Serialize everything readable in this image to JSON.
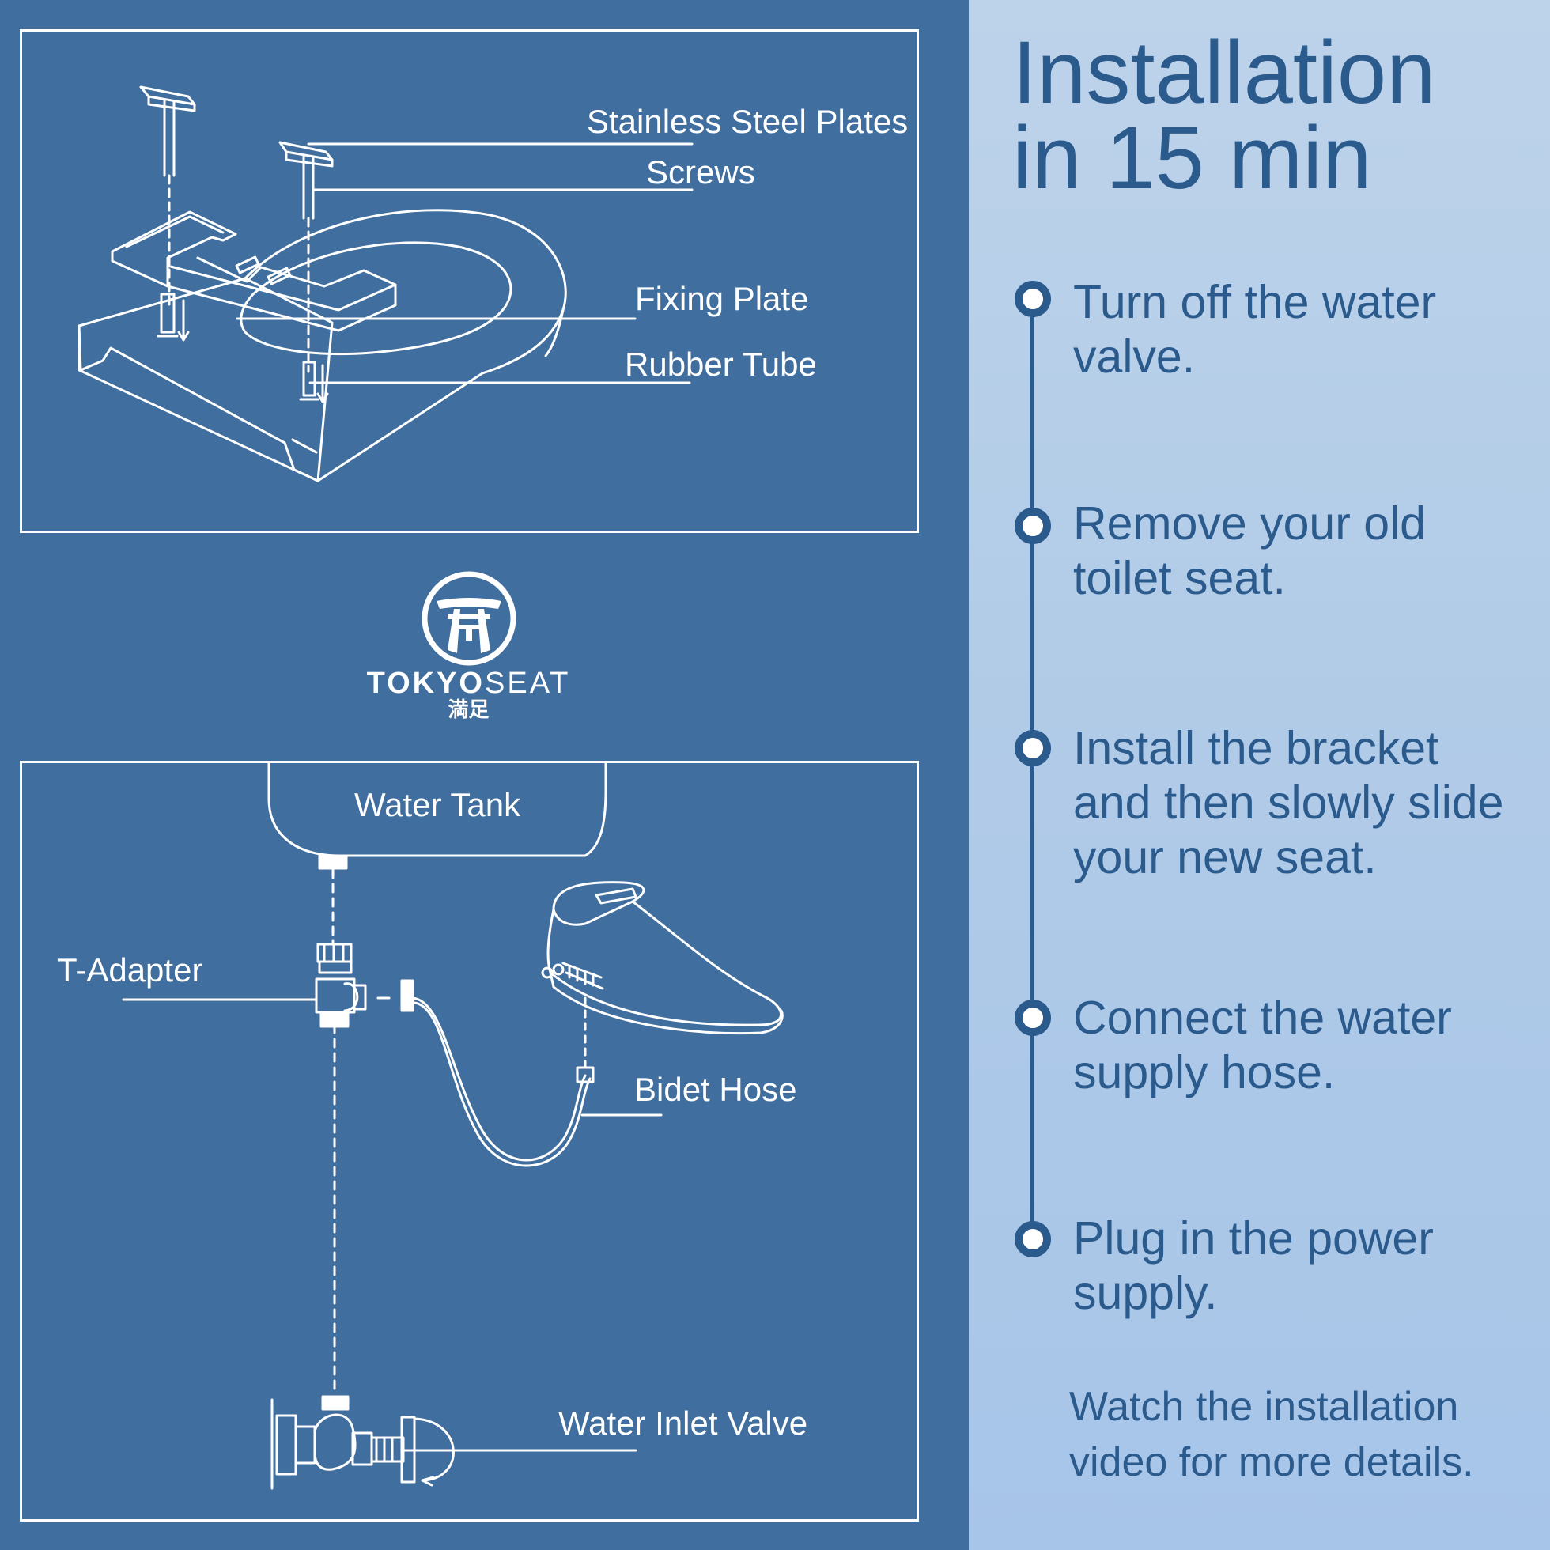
{
  "colors": {
    "left_panel": "#406e9e",
    "right_panel": "#b4cde8",
    "text_blue": "#2b5a8d",
    "line_art": "#ffffff"
  },
  "top_diagram": {
    "labels": {
      "stainless_steel_plates": "Stainless Steel Plates",
      "screws": "Screws",
      "fixing_plate": "Fixing Plate",
      "rubber_tube": "Rubber Tube"
    }
  },
  "logo": {
    "brand_bold": "TOKYO",
    "brand_light": "SEAT",
    "subtitle": "満足",
    "icon": "torii-gate-icon"
  },
  "bottom_diagram": {
    "labels": {
      "water_tank": "Water Tank",
      "t_adapter": "T-Adapter",
      "bidet_hose": "Bidet Hose",
      "water_inlet_valve": "Water Inlet Valve"
    }
  },
  "instructions": {
    "title_line1": "Installation",
    "title_line2": "in 15 min",
    "steps": [
      {
        "line1": "Turn off the water",
        "line2": "valve.",
        "line3": ""
      },
      {
        "line1": "Remove your old",
        "line2": "toilet seat.",
        "line3": ""
      },
      {
        "line1": "Install the bracket",
        "line2": "and then slowly slide",
        "line3": "your new seat."
      },
      {
        "line1": "Connect the water",
        "line2": "supply hose.",
        "line3": ""
      },
      {
        "line1": "Plug in the power",
        "line2": "supply.",
        "line3": ""
      }
    ],
    "footer_line1": "Watch the installation",
    "footer_line2": "video for more details."
  }
}
